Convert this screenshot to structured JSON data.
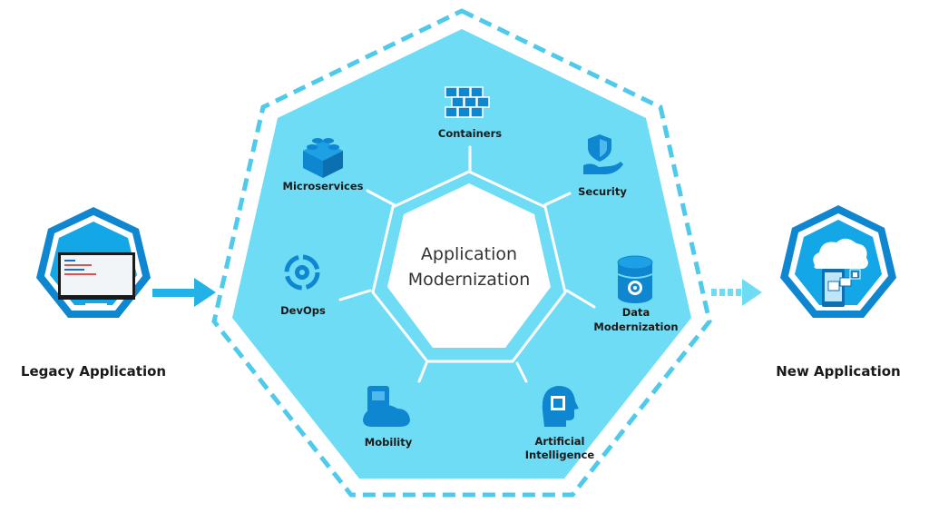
{
  "center": {
    "line1": "Application",
    "line2": "Modernization"
  },
  "legacy": {
    "label": "Legacy Application"
  },
  "target": {
    "label": "New Application"
  },
  "pillars": {
    "containers": {
      "label": "Containers",
      "icon": "containers-icon"
    },
    "security": {
      "label": "Security",
      "icon": "shield-hand-icon"
    },
    "data": {
      "line1": "Data",
      "line2": "Modernization",
      "icon": "database-gear-icon"
    },
    "ai": {
      "line1": "Artificial",
      "line2": "Intelligence",
      "icon": "ai-head-chip-icon"
    },
    "mobility": {
      "label": "Mobility",
      "icon": "mobile-device-icon"
    },
    "devops": {
      "label": "DevOps",
      "icon": "devops-cycle-icon"
    },
    "microservices": {
      "label": "Microservices",
      "icon": "lego-brick-icon"
    }
  },
  "colors": {
    "outer_fill": "#6fdcf6",
    "dashed_border": "#4fcaeb",
    "icon_blue": "#0f86d0",
    "badge_fill": "#14a7e8",
    "arrow": "#23b2e8"
  }
}
